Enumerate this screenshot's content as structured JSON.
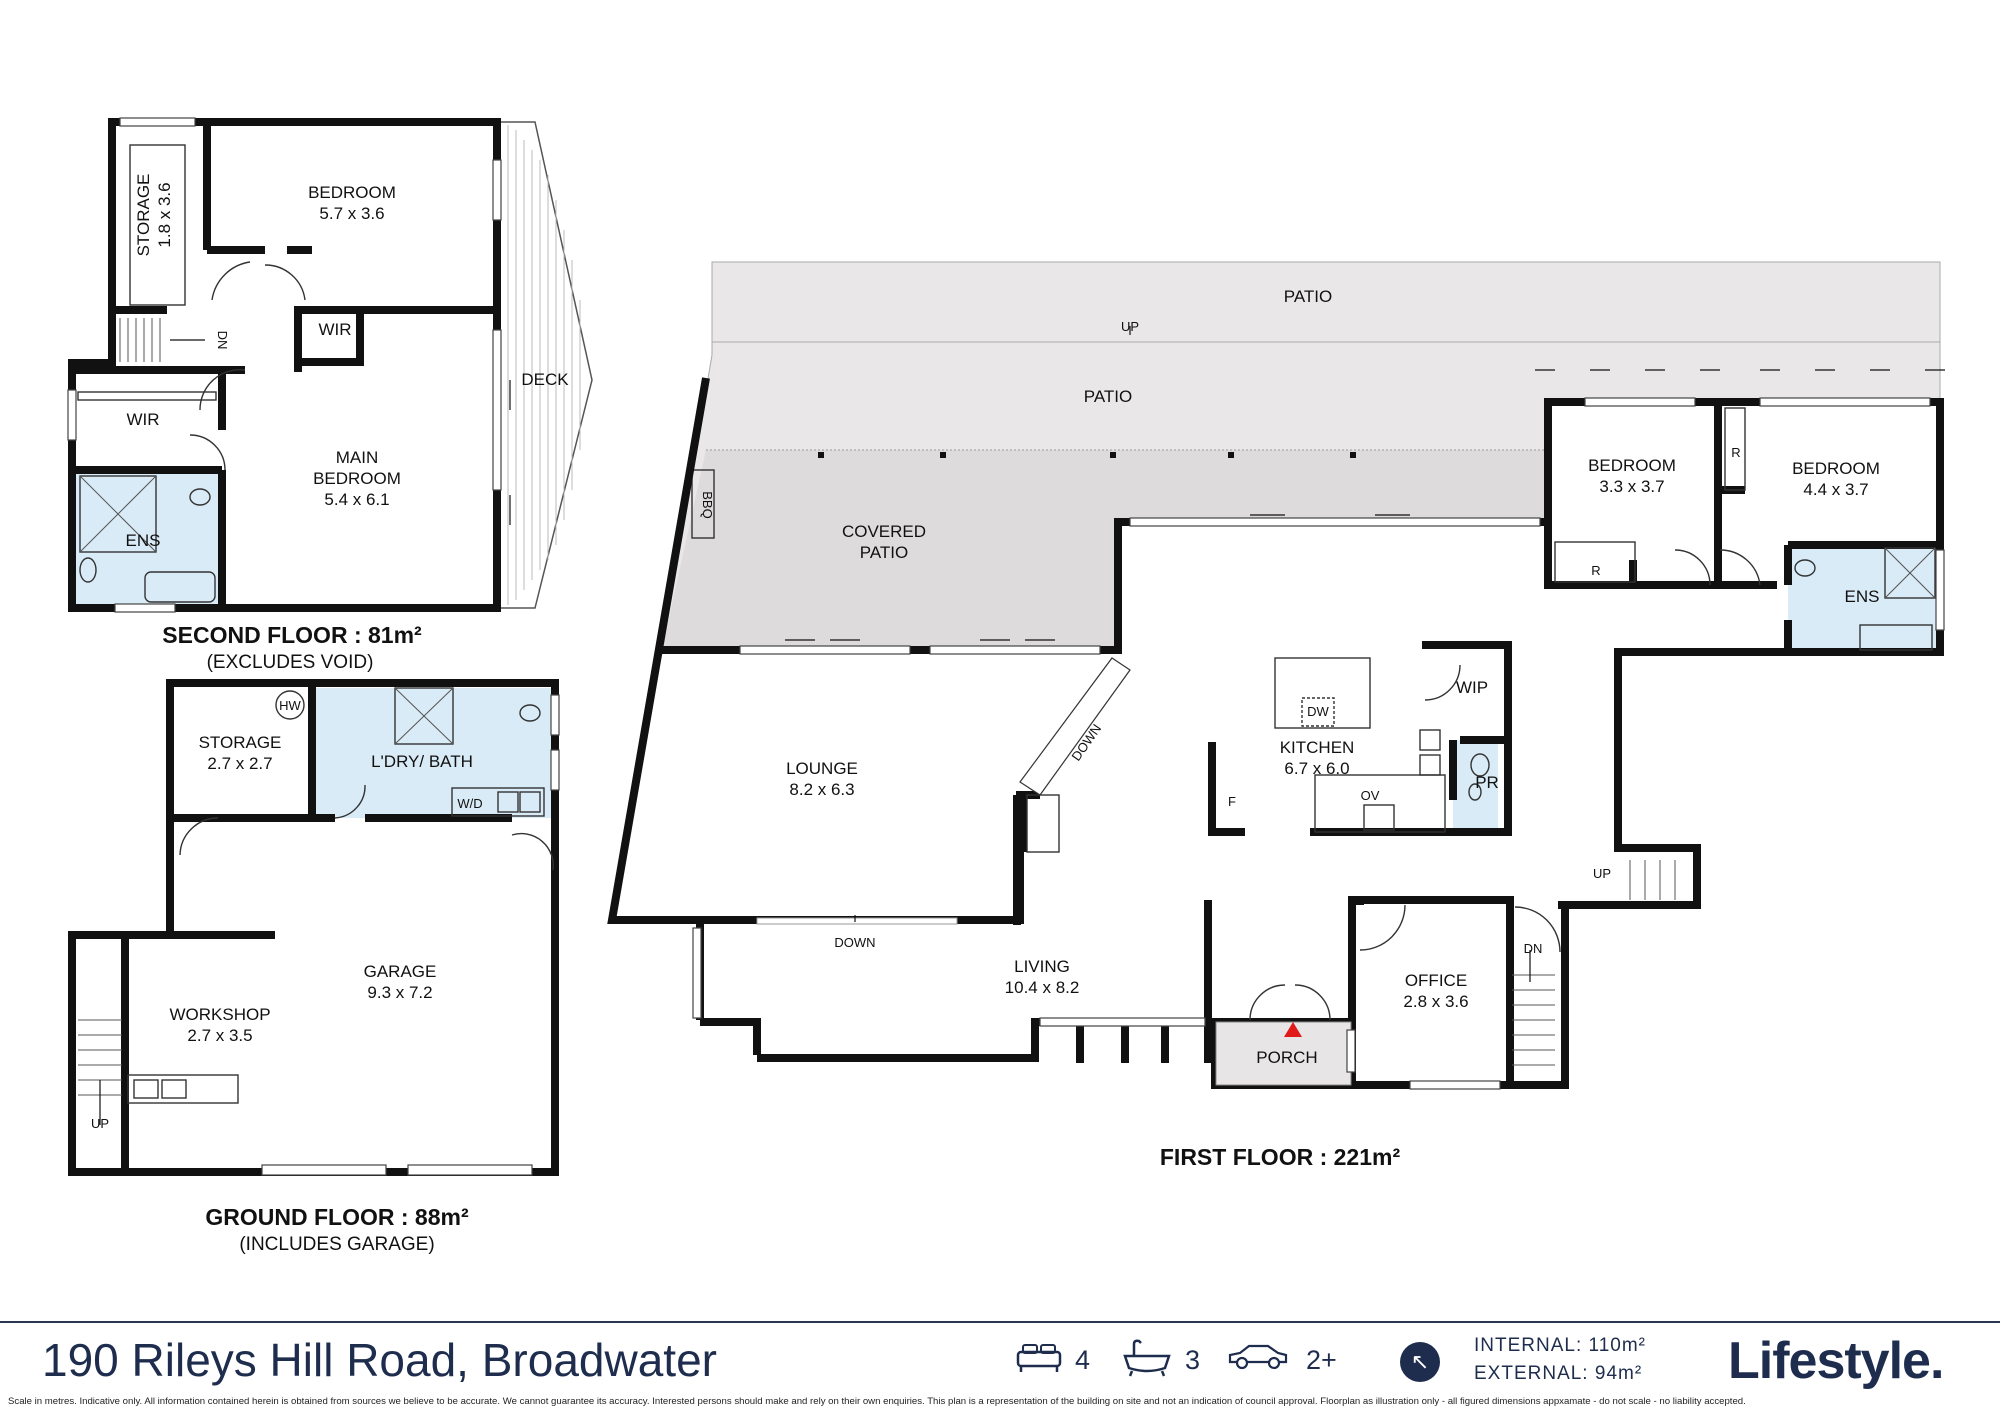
{
  "second_floor": {
    "title": "SECOND FLOOR : 81m²",
    "subtitle": "(EXCLUDES VOID)",
    "rooms": {
      "storage": "STORAGE",
      "storage_dims": "1.8 x 3.6",
      "bedroom": "BEDROOM",
      "bedroom_dims": "5.7 x 3.6",
      "wir_small": "WIR",
      "dn": "DN",
      "deck": "DECK",
      "wir": "WIR",
      "main_bedroom_1": "MAIN",
      "main_bedroom_2": "BEDROOM",
      "main_bedroom_dims": "5.4 x 6.1",
      "ens": "ENS"
    }
  },
  "ground_floor": {
    "title": "GROUND FLOOR : 88m²",
    "subtitle": "(INCLUDES GARAGE)",
    "rooms": {
      "hw": "HW",
      "storage": "STORAGE",
      "storage_dims": "2.7 x 2.7",
      "laundry": "L'DRY/ BATH",
      "wd": "W/D",
      "garage": "GARAGE",
      "garage_dims": "9.3 x 7.2",
      "workshop": "WORKSHOP",
      "workshop_dims": "2.7 x 3.5",
      "up": "UP"
    }
  },
  "first_floor": {
    "title": "FIRST FLOOR : 221m²",
    "rooms": {
      "patio_upper": "PATIO",
      "up_top": "UP",
      "patio_lower": "PATIO",
      "covered_patio_1": "COVERED",
      "covered_patio_2": "PATIO",
      "bbq": "BBQ",
      "bedroom_a": "BEDROOM",
      "bedroom_a_dims": "3.3 x 3.7",
      "bedroom_b": "BEDROOM",
      "bedroom_b_dims": "4.4 x 3.7",
      "r1": "R",
      "r2": "R",
      "ens": "ENS",
      "lounge": "LOUNGE",
      "lounge_dims": "8.2 x 6.3",
      "down_diag": "DOWN",
      "down_lower": "DOWN",
      "kitchen": "KITCHEN",
      "kitchen_dims": "6.7 x 6.0",
      "dw": "DW",
      "wip": "WIP",
      "pr": "PR",
      "f": "F",
      "ov": "OV",
      "living": "LIVING",
      "living_dims": "10.4 x 8.2",
      "up_stair": "UP",
      "office": "OFFICE",
      "office_dims": "2.8 x 3.6",
      "dn": "DN",
      "porch": "PORCH"
    }
  },
  "footer": {
    "address": "190 Rileys Hill Road, Broadwater",
    "bedrooms": "4",
    "bathrooms": "3",
    "cars": "2+",
    "internal_label": "INTERNAL:",
    "internal_value": "110m²",
    "external_label": "EXTERNAL:",
    "external_value": "94m²",
    "brand": "Lifestyle.",
    "disclaimer": "Scale in metres.  Indicative only. All information contained herein is obtained from sources we believe to be accurate. We cannot guarantee its accuracy. Interested persons should make and rely on their own enquiries. This plan is a representation of the building on site and not an indication of council approval. Floorplan as illustration only - all figured dimensions appxamate - do not scale - no liability accepted."
  },
  "colors": {
    "wall": "#111111",
    "patio_fill": "#e8e5e6",
    "wet_area_fill": "#d9ebf7",
    "brand_navy": "#1e2d4d",
    "entry_marker": "#e0191b"
  },
  "icons": [
    "bed-icon",
    "bath-icon",
    "car-icon",
    "compass-icon"
  ]
}
